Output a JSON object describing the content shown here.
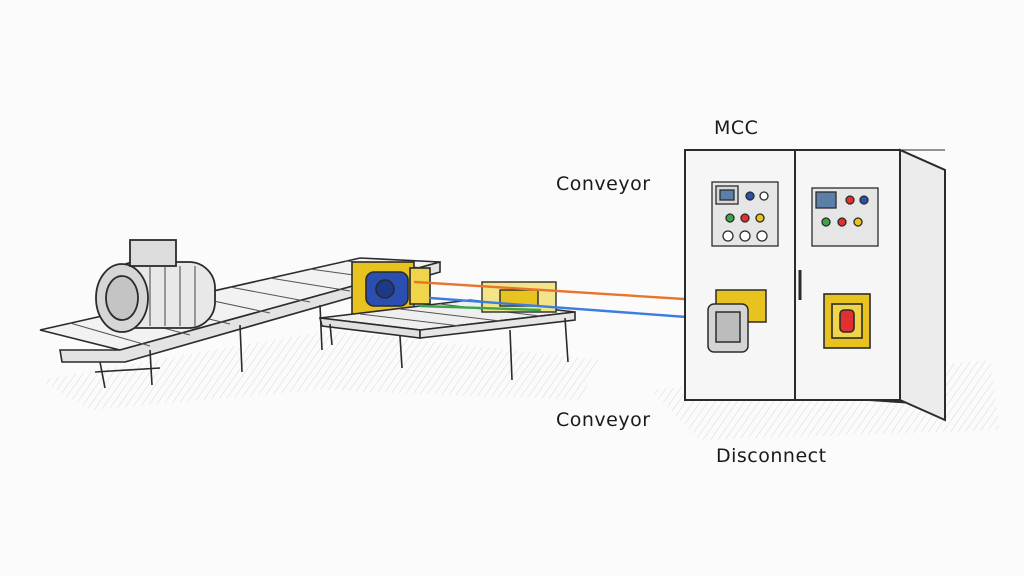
{
  "labels": {
    "conveyor_upper": "Conveyor",
    "conveyor_lower": "Conveyor",
    "mcc": "MCC",
    "disconnect": "Disconnect"
  },
  "colors": {
    "ink": "#2b2b2b",
    "motor_blue": "#2a4fb0",
    "guard_yellow": "#e8c21e",
    "wire_orange": "#e8762a",
    "wire_blue": "#3b7de0",
    "wire_green": "#3aa64a",
    "wire_red": "#e03030"
  },
  "icons": [
    "motor-icon",
    "gearbox-icon",
    "control-panel-icon",
    "disconnect-switch-icon"
  ]
}
